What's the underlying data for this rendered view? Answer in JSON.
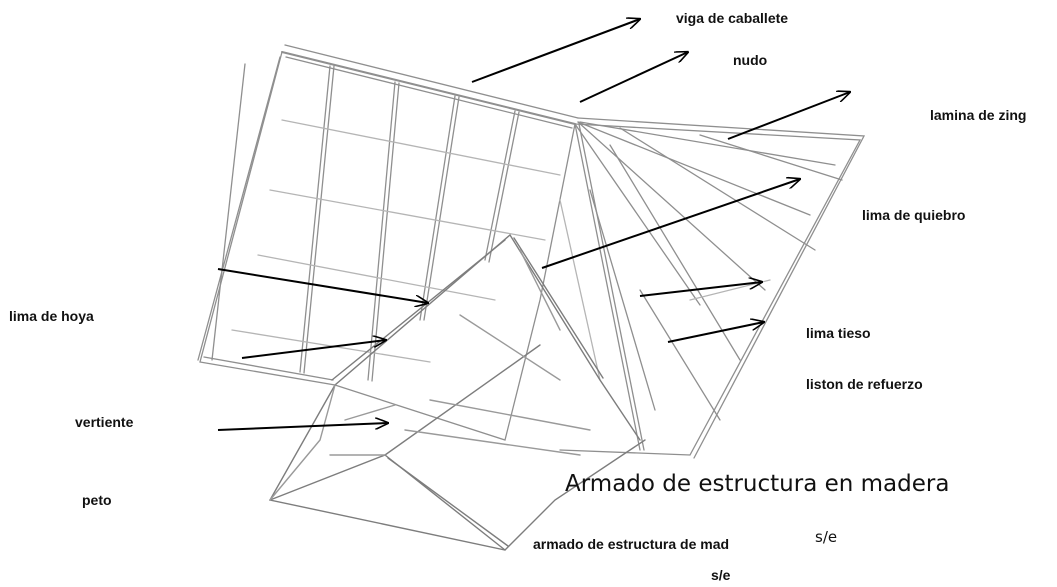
{
  "labels": {
    "viga_de_caballete": "viga de caballete",
    "nudo": "nudo",
    "lamina_de_zing": "lamina de zing",
    "lima_de_quiebro": "lima de quiebro",
    "lima_de_hoya": "lima de hoya",
    "lima_tieso": "lima tieso",
    "liston_de_refuerzo": "liston de refuerzo",
    "vertiente": "vertiente",
    "peto": "peto",
    "armado_mad": "armado de estructura de mad",
    "se_bottom": "s/e"
  },
  "caption": {
    "title": "Armado de estructura en madera",
    "scale": "s/e"
  },
  "colors": {
    "sketch_line": "#9a9a9a",
    "sketch_dark": "#6e6e6e",
    "arrow": "#000000",
    "text": "#111111"
  }
}
